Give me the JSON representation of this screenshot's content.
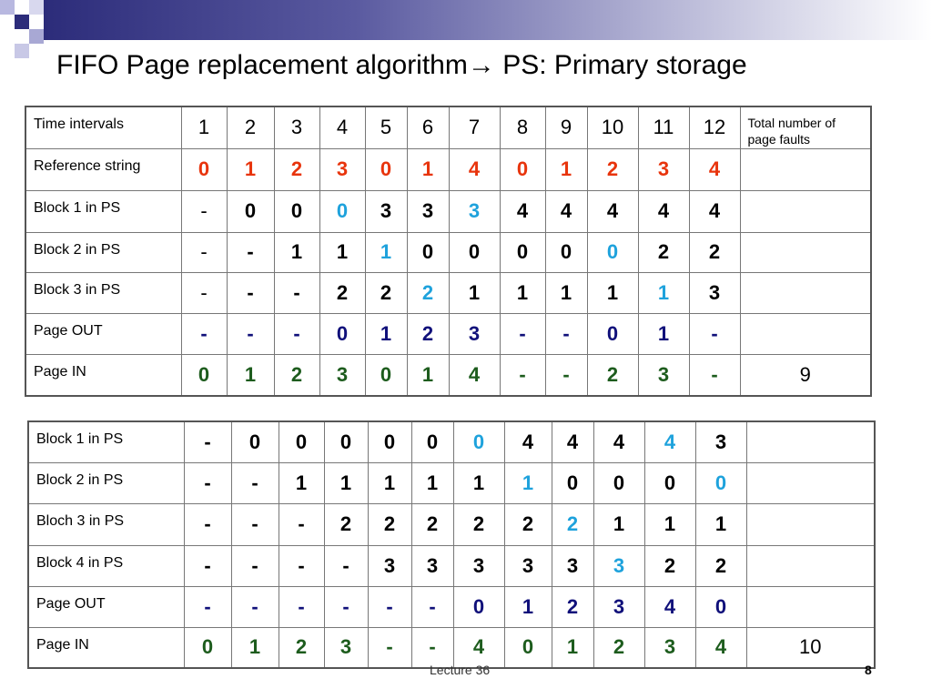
{
  "slide": {
    "title_main": "FIFO Page replacement algorithm",
    "title_arrow": "→",
    "title_rest": " PS: Primary storage",
    "footer": "Lecture 36",
    "page_number": "8"
  },
  "colors": {
    "reference": "#e8340c",
    "normal": "#000000",
    "new_page": "#1ea2dc",
    "page_out": "#10107a",
    "page_in": "#1d5c1d"
  },
  "table1": {
    "header_label": "Time intervals",
    "time_values": [
      "1",
      "2",
      "3",
      "4",
      "5",
      "6",
      "7",
      "8",
      "9",
      "10",
      "11",
      "12"
    ],
    "total_label": "Total number of page faults",
    "rows": [
      {
        "label": "Reference string",
        "cells": [
          "0",
          "1",
          "2",
          "3",
          "0",
          "1",
          "4",
          "0",
          "1",
          "2",
          "3",
          "4"
        ],
        "total": ""
      },
      {
        "label": "Block 1 in PS",
        "cells": [
          "-",
          "0",
          "0",
          "0",
          "3",
          "3",
          "3",
          "4",
          "4",
          "4",
          "4",
          "4"
        ],
        "total": ""
      },
      {
        "label": "Block 2 in PS",
        "cells": [
          "-",
          "-",
          "1",
          "1",
          "1",
          "0",
          "0",
          "0",
          "0",
          "0",
          "2",
          "2"
        ],
        "total": ""
      },
      {
        "label": "Block 3 in PS",
        "cells": [
          "-",
          "-",
          "-",
          "2",
          "2",
          "2",
          "1",
          "1",
          "1",
          "1",
          "1",
          "3"
        ],
        "total": ""
      },
      {
        "label": "Page OUT",
        "cells": [
          "-",
          "-",
          "-",
          "0",
          "1",
          "2",
          "3",
          "-",
          "-",
          "0",
          "1",
          "-"
        ],
        "total": ""
      },
      {
        "label": "Page IN",
        "cells": [
          "0",
          "1",
          "2",
          "3",
          "0",
          "1",
          "4",
          "-",
          "-",
          "2",
          "3",
          "-"
        ],
        "total": "9"
      }
    ]
  },
  "table2": {
    "rows": [
      {
        "label": "Block 1 in PS",
        "cells": [
          "-",
          "0",
          "0",
          "0",
          "0",
          "0",
          "0",
          "4",
          "4",
          "4",
          "4",
          "3"
        ],
        "total": ""
      },
      {
        "label": "Block 2 in PS",
        "cells": [
          "-",
          "-",
          "1",
          "1",
          "1",
          "1",
          "1",
          "1",
          "0",
          "0",
          "0",
          "0"
        ],
        "total": ""
      },
      {
        "label": "Bloch 3 in PS",
        "cells": [
          "-",
          "-",
          "-",
          "2",
          "2",
          "2",
          "2",
          "2",
          "2",
          "1",
          "1",
          "1"
        ],
        "total": ""
      },
      {
        "label": "Block 4 in PS",
        "cells": [
          "-",
          "-",
          "-",
          "-",
          "3",
          "3",
          "3",
          "3",
          "3",
          "3",
          "2",
          "2"
        ],
        "total": ""
      },
      {
        "label": "Page OUT",
        "cells": [
          "-",
          "-",
          "-",
          "-",
          "-",
          "-",
          "0",
          "1",
          "2",
          "3",
          "4",
          "0"
        ],
        "total": ""
      },
      {
        "label": "Page IN",
        "cells": [
          "0",
          "1",
          "2",
          "3",
          "-",
          "-",
          "4",
          "0",
          "1",
          "2",
          "3",
          "4"
        ],
        "total": "10"
      }
    ]
  }
}
